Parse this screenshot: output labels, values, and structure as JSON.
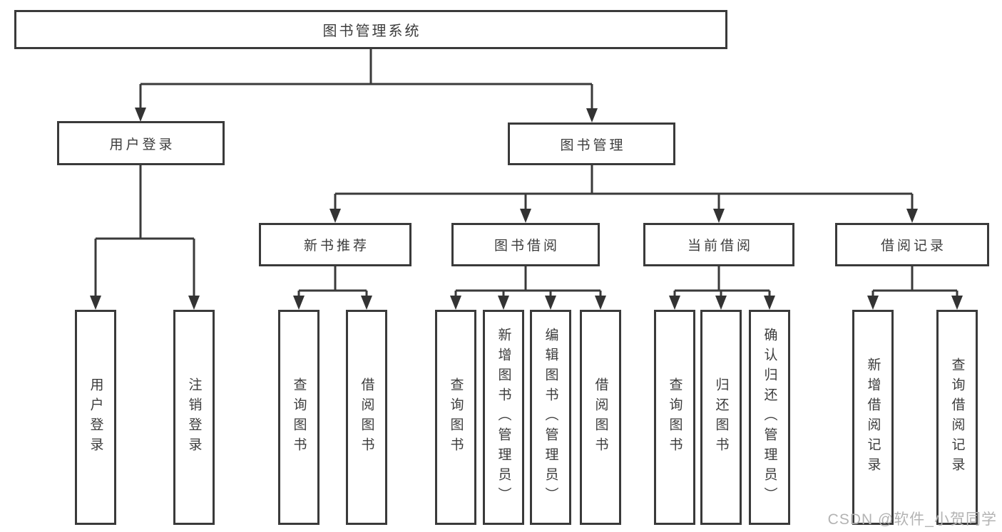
{
  "diagram": {
    "root": "图书管理系统",
    "branches": [
      {
        "label": "用户登录",
        "leaves": [
          "用户登录",
          "注销登录"
        ]
      },
      {
        "label": "图书管理",
        "children": [
          {
            "label": "新书推荐",
            "leaves": [
              "查询图书",
              "借阅图书"
            ]
          },
          {
            "label": "图书借阅",
            "leaves": [
              "查询图书",
              "新增图书（管理员）",
              "编辑图书（管理员）",
              "借阅图书"
            ]
          },
          {
            "label": "当前借阅",
            "leaves": [
              "查询图书",
              "归还图书",
              "确认归还（管理员）"
            ]
          },
          {
            "label": "借阅记录",
            "leaves": [
              "新增借阅记录",
              "查询借阅记录"
            ]
          }
        ]
      }
    ]
  },
  "watermark": {
    "text": "CSDN @软件_小贺同学"
  },
  "colors": {
    "line": "#3a3a3a",
    "text": "#3c3c3c",
    "watermark": "#b3b3b3",
    "background": "#ffffff"
  }
}
